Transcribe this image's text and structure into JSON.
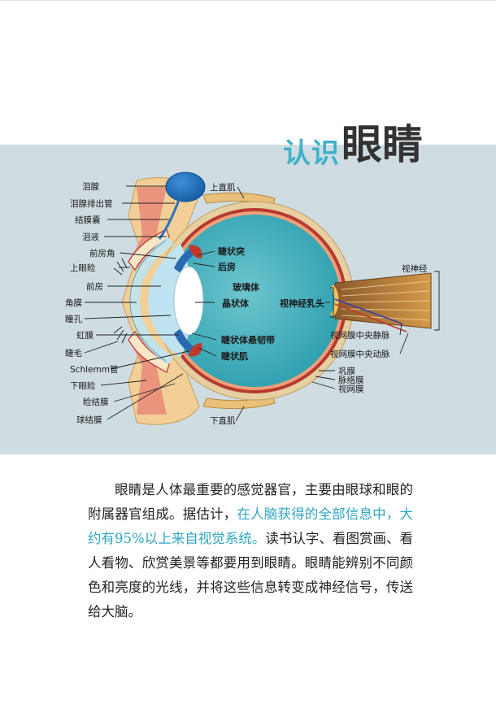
{
  "title": {
    "small": "认识",
    "big": "眼睛"
  },
  "labels": {
    "lacrimal_gland": "泪腺",
    "lacrimal_duct": "泪腺排出管",
    "conjunctival_sac": "结膜囊",
    "tears": "泪液",
    "anterior_angle": "前房角",
    "upper_eyelid": "上眼睑",
    "anterior_chamber_left": "前房",
    "cornea": "角膜",
    "pupil": "瞳孔",
    "iris": "虹膜",
    "eyelash": "睫毛",
    "schlemm": "Schlemm管",
    "lower_eyelid": "下眼睑",
    "palpebral_conj": "睑结膜",
    "bulbar_conj": "球结膜",
    "superior_rectus": "上直肌",
    "inferior_rectus": "下直肌",
    "ciliary_process": "睫状突",
    "posterior_chamber": "后房",
    "vitreous": "玻璃体",
    "lens": "晶状体",
    "zonule": "睫状体悬韧带",
    "ciliary_muscle": "睫状肌",
    "optic_disc": "视神经乳头",
    "optic_nerve": "视神经",
    "central_vein": "视网膜中央静脉",
    "central_artery": "视网膜中央动脉",
    "sclera": "巩膜",
    "choroid": "脉络膜",
    "retina": "视网膜"
  },
  "body_text": {
    "part1": "眼睛是人体最重要的感觉器官，主要由眼球和眼的附属器官组成。据估计，",
    "highlight": "在人脑获得的全部信息中，大约有95%以上来自视觉系统。",
    "part2": "读书认字、看图赏画、看人看物、欣赏美景等都要用到眼睛。眼睛能辨别不同颜色和亮度的光线，并将这些信息转变成神经信号，传送给大脑。"
  },
  "colors": {
    "band": "#cfdde3",
    "title_accent": "#3fb1c7",
    "highlight": "#2fa6bf"
  }
}
